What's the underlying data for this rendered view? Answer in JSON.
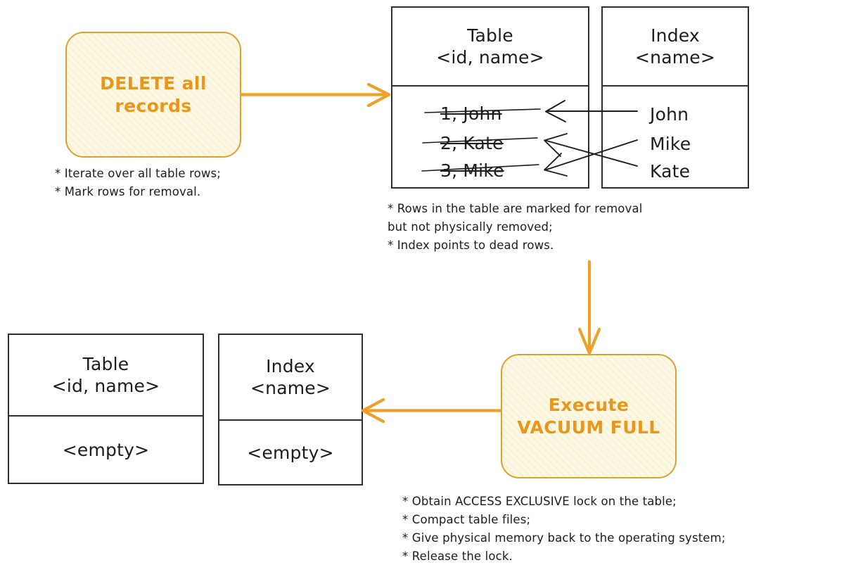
{
  "diagram": {
    "title": "PostgreSQL DELETE and VACUUM FULL flow",
    "colors": {
      "accent_orange": "#e8971c",
      "box_border_orange": "#e0a02e",
      "box_fill_cream": "#fdf8e4",
      "ink_black": "#1d1d1d",
      "page_background": "#ffffff"
    }
  },
  "step1": {
    "box_label": "DELETE all\nrecords",
    "note": "* Iterate over all table rows;\n* Mark rows for removal."
  },
  "step2": {
    "table": {
      "header": "Table\n<id, name>",
      "rows": [
        {
          "text": "1, John",
          "struck": true
        },
        {
          "text": "2, Kate",
          "struck": true
        },
        {
          "text": "3, Mike",
          "struck": true
        }
      ]
    },
    "index": {
      "header": "Index\n<name>",
      "entries": [
        "John",
        "Mike",
        "Kate"
      ]
    },
    "note": "* Rows in the table are marked for removal\nbut not physically removed;\n* Index points to dead rows."
  },
  "step3": {
    "box_label": "Execute\nVACUUM FULL",
    "note": "* Obtain ACCESS EXCLUSIVE lock on the table;\n* Compact table files;\n* Give physical memory back to the operating system;\n* Release the lock."
  },
  "step4": {
    "table": {
      "header": "Table\n<id, name>",
      "body": "<empty>"
    },
    "index": {
      "header": "Index\n<name>",
      "body": "<empty>"
    }
  },
  "arrows": [
    {
      "name": "delete-to-table-arrow",
      "direction": "right"
    },
    {
      "name": "table-to-vacuum-arrow",
      "direction": "down"
    },
    {
      "name": "vacuum-to-empty-arrow",
      "direction": "left"
    },
    {
      "name": "index-john-to-row1-pointer",
      "direction": "left"
    },
    {
      "name": "index-mike-to-row3-pointer",
      "direction": "left"
    },
    {
      "name": "index-kate-to-row2-pointer",
      "direction": "left"
    }
  ]
}
